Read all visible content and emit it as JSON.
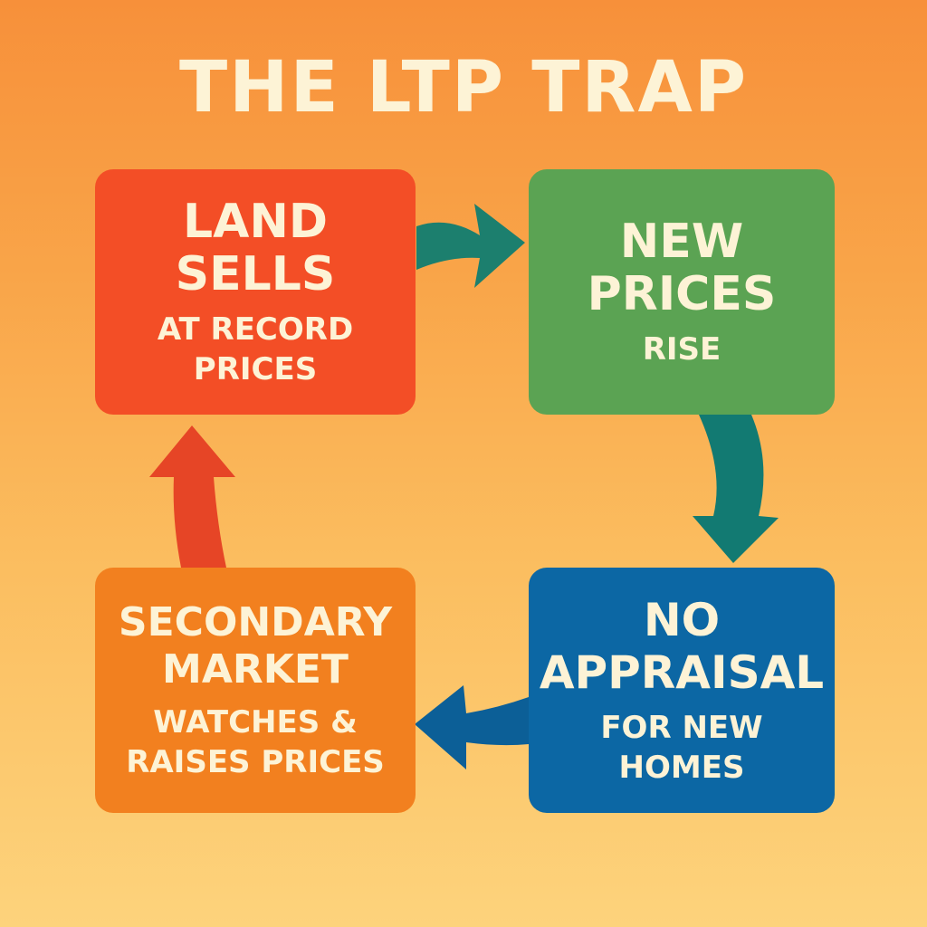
{
  "title": "THE LTP TRAP",
  "boxes": {
    "land": {
      "main": "LAND\nSELLS",
      "sub": "AT RECORD\nPRICES",
      "color": "#f34e26"
    },
    "new_prices": {
      "main": "NEW\nPRICES",
      "sub": "RISE",
      "color": "#5ba353"
    },
    "appraisal": {
      "main": "NO\nAPPRAISAL",
      "sub": "FOR NEW\nHOMES",
      "color": "#0c67a4"
    },
    "secondary": {
      "main": "SECONDARY\nMARKET",
      "sub": "WATCHES &\nRAISES PRICES",
      "color": "#f2801f"
    }
  },
  "arrow_colors": {
    "land_to_new": "#1c7f6e",
    "new_to_appraisal": "#127a72",
    "appraisal_to_secondary": "#0c5f97",
    "secondary_to_land": "#e64526"
  }
}
